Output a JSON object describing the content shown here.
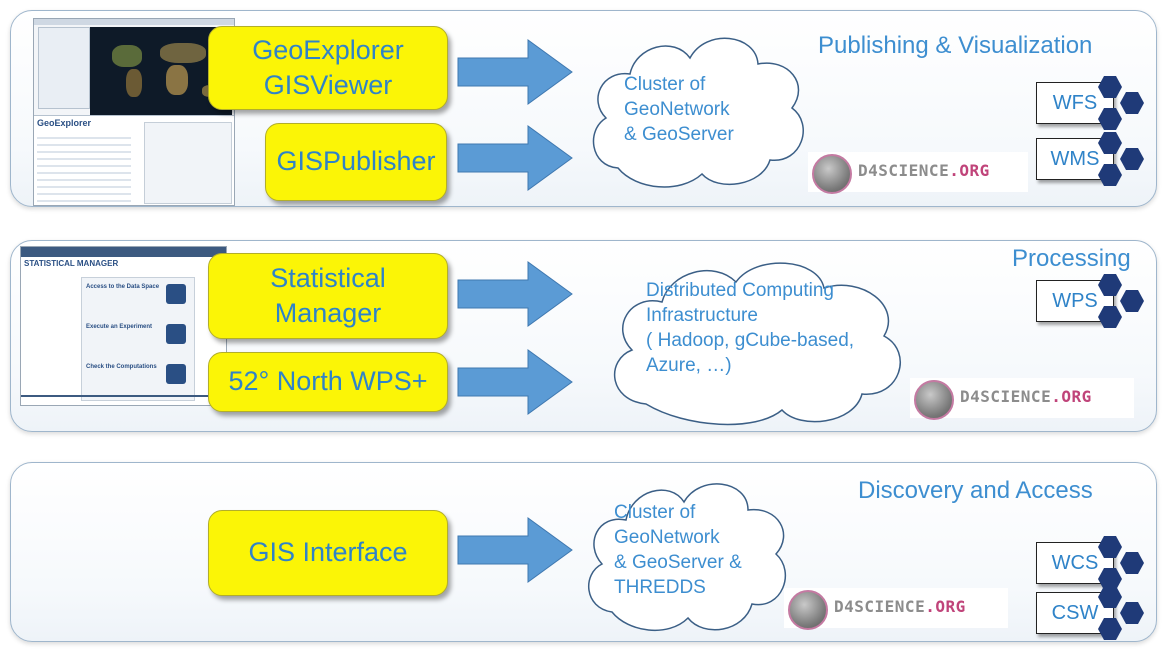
{
  "sections": {
    "publishing": {
      "title": "Publishing & Visualization",
      "tools": [
        "GeoExplorer",
        "GISViewer",
        "GISPublisher"
      ],
      "cloud": [
        "Cluster of",
        "GeoNetwork",
        "& GeoServer"
      ],
      "standards": [
        "WFS",
        "WMS"
      ],
      "screenshot_heading": "GeoExplorer"
    },
    "processing": {
      "title": "Processing",
      "tools": [
        "Statistical",
        "Manager",
        "52° North WPS+"
      ],
      "cloud": [
        "Distributed Computing",
        "Infrastructure",
        "( Hadoop, gCube-based,",
        "Azure, …)"
      ],
      "standards": [
        "WPS"
      ],
      "screenshot_heading": "STATISTICAL MANAGER",
      "screenshot_items": [
        "Access to the Data Space",
        "Execute an Experiment",
        "Check the Computations"
      ]
    },
    "discovery": {
      "title": "Discovery and Access",
      "tools": [
        "GIS Interface"
      ],
      "cloud": [
        "Cluster of",
        "GeoNetwork",
        "& GeoServer &",
        "THREDDS"
      ],
      "standards": [
        "WCS",
        "CSW"
      ]
    }
  },
  "logo": {
    "prefix": "D4SCIENCE",
    "suffix": ".ORG"
  },
  "colors": {
    "tool_box": "#fbf506",
    "arrow": "#5b9bd5",
    "text_blue": "#3d8ed0",
    "hexagon": "#1f3a78",
    "panel_border": "#9fb6cc"
  }
}
